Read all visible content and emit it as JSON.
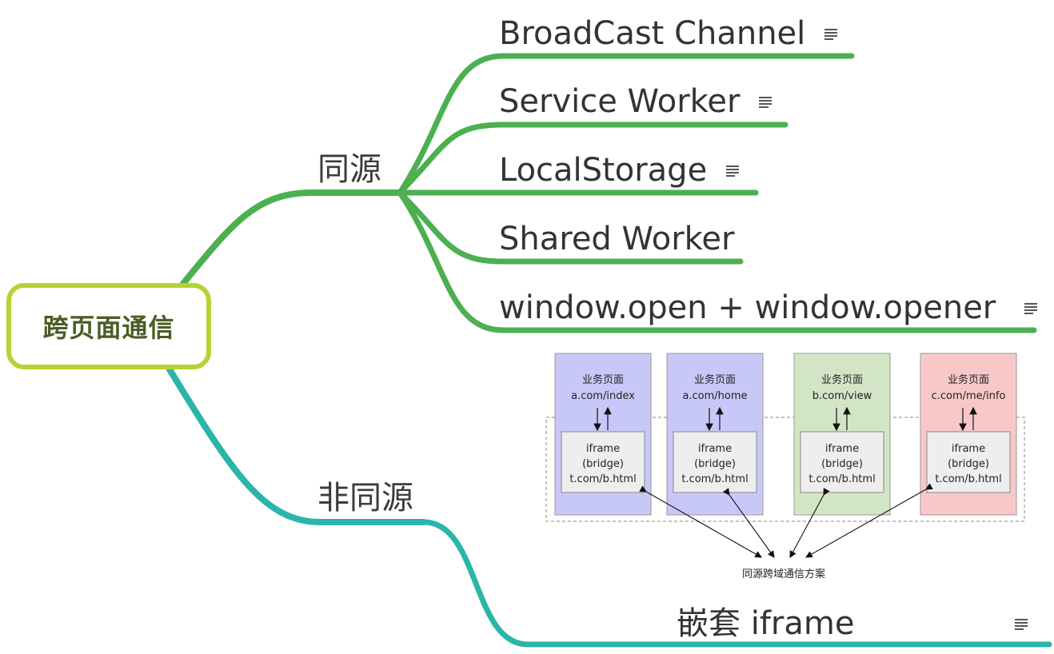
{
  "root": {
    "label": "跨页面通信"
  },
  "branches": {
    "same_origin": {
      "label": "同源",
      "items": [
        {
          "label": "BroadCast Channel",
          "has_note": true
        },
        {
          "label": "Service Worker",
          "has_note": true
        },
        {
          "label": "LocalStorage",
          "has_note": true
        },
        {
          "label": "Shared Worker",
          "has_note": false
        },
        {
          "label": "window.open + window.opener",
          "has_note": true
        }
      ]
    },
    "cross_origin": {
      "label": "非同源",
      "items": [
        {
          "label": "嵌套 iframe",
          "has_note": true
        }
      ]
    }
  },
  "image_diagram": {
    "pages": [
      {
        "title": "业务页面",
        "url": "a.com/index",
        "color": "#c8c8f8"
      },
      {
        "title": "业务页面",
        "url": "a.com/home",
        "color": "#c8c8f8"
      },
      {
        "title": "业务页面",
        "url": "b.com/view",
        "color": "#d2e6c6"
      },
      {
        "title": "业务页面",
        "url": "c.com/me/info",
        "color": "#f8c8c8"
      }
    ],
    "iframe": {
      "line1": "iframe",
      "line2": "(bridge)",
      "line3": "t.com/b.html"
    },
    "caption": "同源跨域通信方案"
  },
  "colors": {
    "root_border": "#b5d334",
    "same_origin_line": "#4caf50",
    "cross_origin_line": "#2bb5a8"
  },
  "icons": {
    "note": "note-icon"
  }
}
